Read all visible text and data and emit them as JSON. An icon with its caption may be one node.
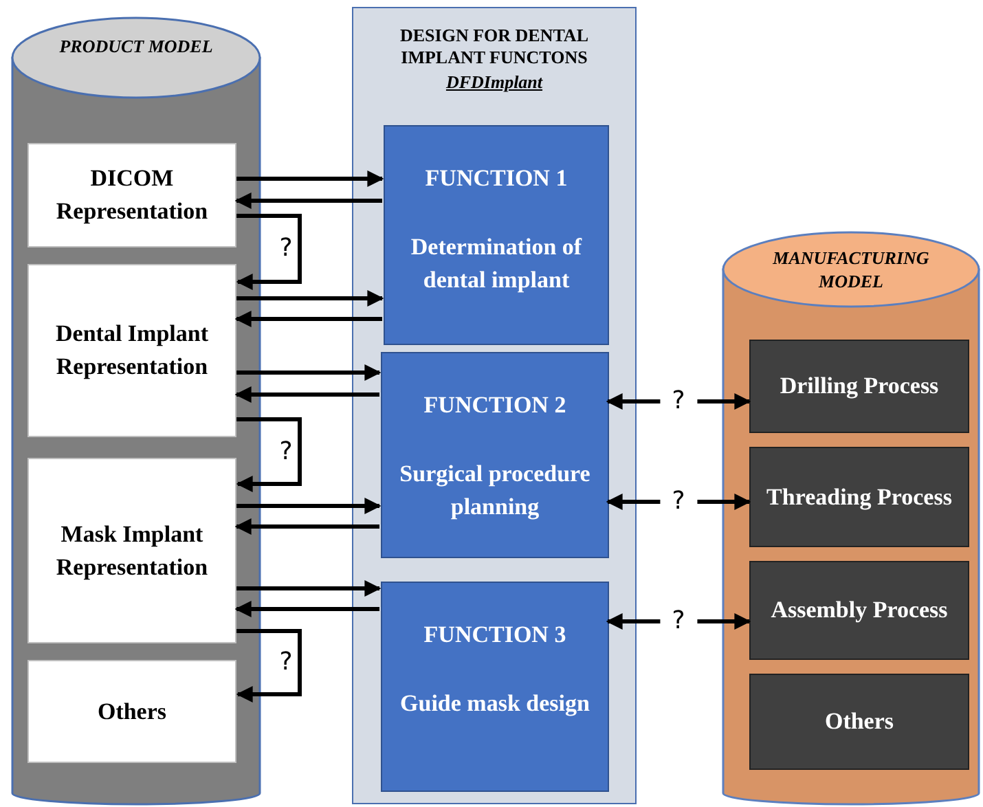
{
  "diagram": {
    "nodes": [
      {
        "text": [
          "PRODUCT MODEL"
        ]
      },
      {
        "text": [
          "DICOM Representation"
        ],
        "in": 0
      },
      {
        "text": [
          "Dental Implant Representation"
        ],
        "in": 0
      },
      {
        "text": [
          "Mask Implant Representation"
        ],
        "in": 0
      },
      {
        "text": [
          "Others"
        ],
        "in": 0
      },
      {
        "text": [
          "DESIGN FOR DENTAL IMPLANT FUNCTONS",
          "DFDImplant"
        ]
      },
      {
        "text": [
          "FUNCTION 1",
          "Determination of dental implant"
        ],
        "in": 5
      },
      {
        "text": [
          "FUNCTION 2",
          "Surgical procedure planning"
        ],
        "in": 5
      },
      {
        "text": [
          "FUNCTION 3",
          "Guide mask design"
        ],
        "in": 5
      },
      {
        "text": [
          "MANUFACTURING MODEL"
        ]
      },
      {
        "text": [
          "Drilling Process"
        ],
        "in": 9
      },
      {
        "text": [
          "Threading Process"
        ],
        "in": 9
      },
      {
        "text": [
          "Assembly Process"
        ],
        "in": 9
      },
      {
        "text": [
          "Others"
        ],
        "in": 9
      }
    ],
    "edges": [
      {
        "from": 1,
        "to": 6,
        "arrow": "to"
      },
      {
        "from": 6,
        "to": 1,
        "arrow": "to"
      },
      {
        "from": 1,
        "to": 2,
        "arrow": "to",
        "label": "?"
      },
      {
        "from": 2,
        "to": 6,
        "arrow": "to"
      },
      {
        "from": 6,
        "to": 2,
        "arrow": "to"
      },
      {
        "from": 2,
        "to": 7,
        "arrow": "to"
      },
      {
        "from": 7,
        "to": 2,
        "arrow": "to"
      },
      {
        "from": 2,
        "to": 3,
        "arrow": "to",
        "label": "?"
      },
      {
        "from": 3,
        "to": 7,
        "arrow": "to"
      },
      {
        "from": 7,
        "to": 3,
        "arrow": "to"
      },
      {
        "from": 3,
        "to": 8,
        "arrow": "to"
      },
      {
        "from": 8,
        "to": 3,
        "arrow": "to"
      },
      {
        "from": 3,
        "to": 4,
        "arrow": "to",
        "label": "?"
      },
      {
        "from": 7,
        "to": 10,
        "arrow": "both",
        "label": "?"
      },
      {
        "from": 7,
        "to": 11,
        "arrow": "both",
        "label": "?"
      },
      {
        "from": 8,
        "to": 12,
        "arrow": "both",
        "label": "?"
      }
    ]
  }
}
